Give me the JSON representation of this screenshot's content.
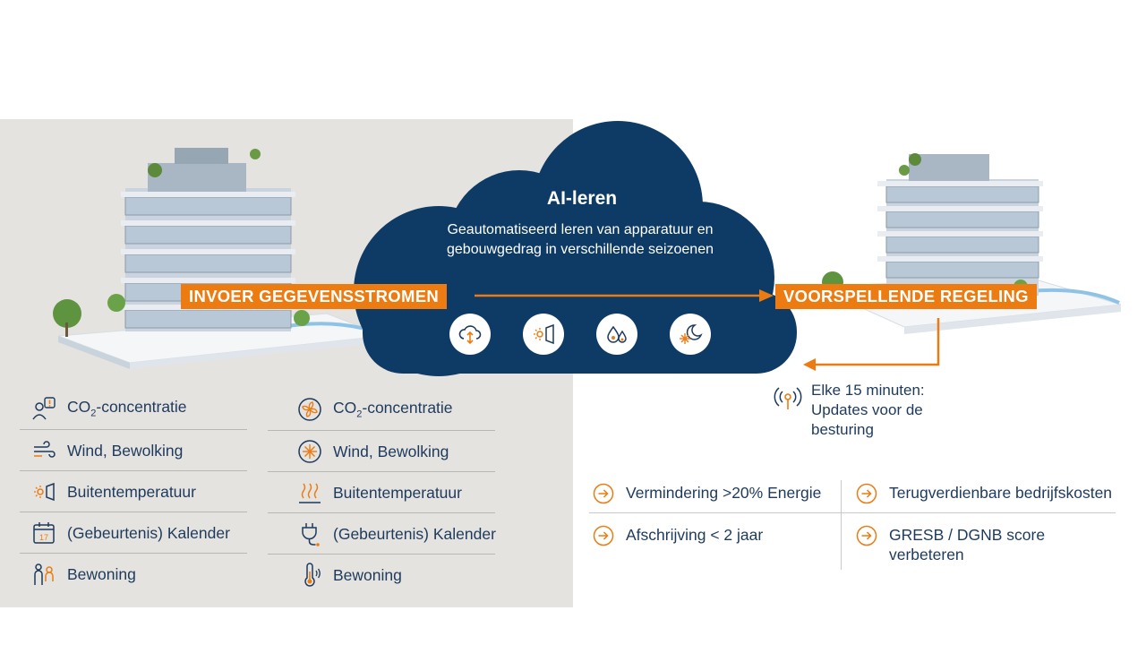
{
  "cloud": {
    "title": "AI-leren",
    "description": "Geautomatiseerd leren van apparatuur en gebouwgedrag in verschillende seizoenen",
    "icons": [
      "cloud-sync-icon",
      "sun-window-icon",
      "water-drops-icon",
      "snow-moon-icon"
    ]
  },
  "labels": {
    "input": "INVOER GEGEVENSSTROMEN",
    "output": "VOORSPELLENDE REGELING"
  },
  "feedback": {
    "line1": "Elke 15 minuten:",
    "line2": "Updates voor de",
    "line3": "besturing"
  },
  "left_column": [
    {
      "icon": "co2-alert-icon",
      "text_pre": "CO",
      "text_sub": "2",
      "text_post": "-concentratie"
    },
    {
      "icon": "wind-icon",
      "text": "Wind, Bewolking"
    },
    {
      "icon": "sun-window-icon",
      "text": "Buitentemperatuur"
    },
    {
      "icon": "calendar-icon",
      "text": "(Gebeurtenis) Kalender"
    },
    {
      "icon": "people-icon",
      "text": "Bewoning"
    }
  ],
  "right_column": [
    {
      "icon": "fan-icon",
      "text_pre": "CO",
      "text_sub": "2",
      "text_post": "-concentratie"
    },
    {
      "icon": "snowflake-icon",
      "text": "Wind, Bewolking"
    },
    {
      "icon": "heat-icon",
      "text": "Buitentemperatuur"
    },
    {
      "icon": "plug-icon",
      "text": "(Gebeurtenis) Kalender"
    },
    {
      "icon": "thermometer-icon",
      "text": "Bewoning"
    }
  ],
  "benefits": [
    {
      "icon": "arrow-circle-icon",
      "text": "Vermindering >20% Energie"
    },
    {
      "icon": "arrow-circle-icon",
      "text": "Terugverdienbare bedrijfskosten"
    },
    {
      "icon": "arrow-circle-icon",
      "text": "Afschrijving < 2 jaar"
    },
    {
      "icon": "arrow-circle-icon",
      "line1": "GRESB / DGNB score",
      "line2": "verbeteren"
    }
  ],
  "colors": {
    "navy": "#0d3b66",
    "orange": "#ec7b12",
    "panel": "#e5e3df",
    "text": "#1d3a5c"
  }
}
